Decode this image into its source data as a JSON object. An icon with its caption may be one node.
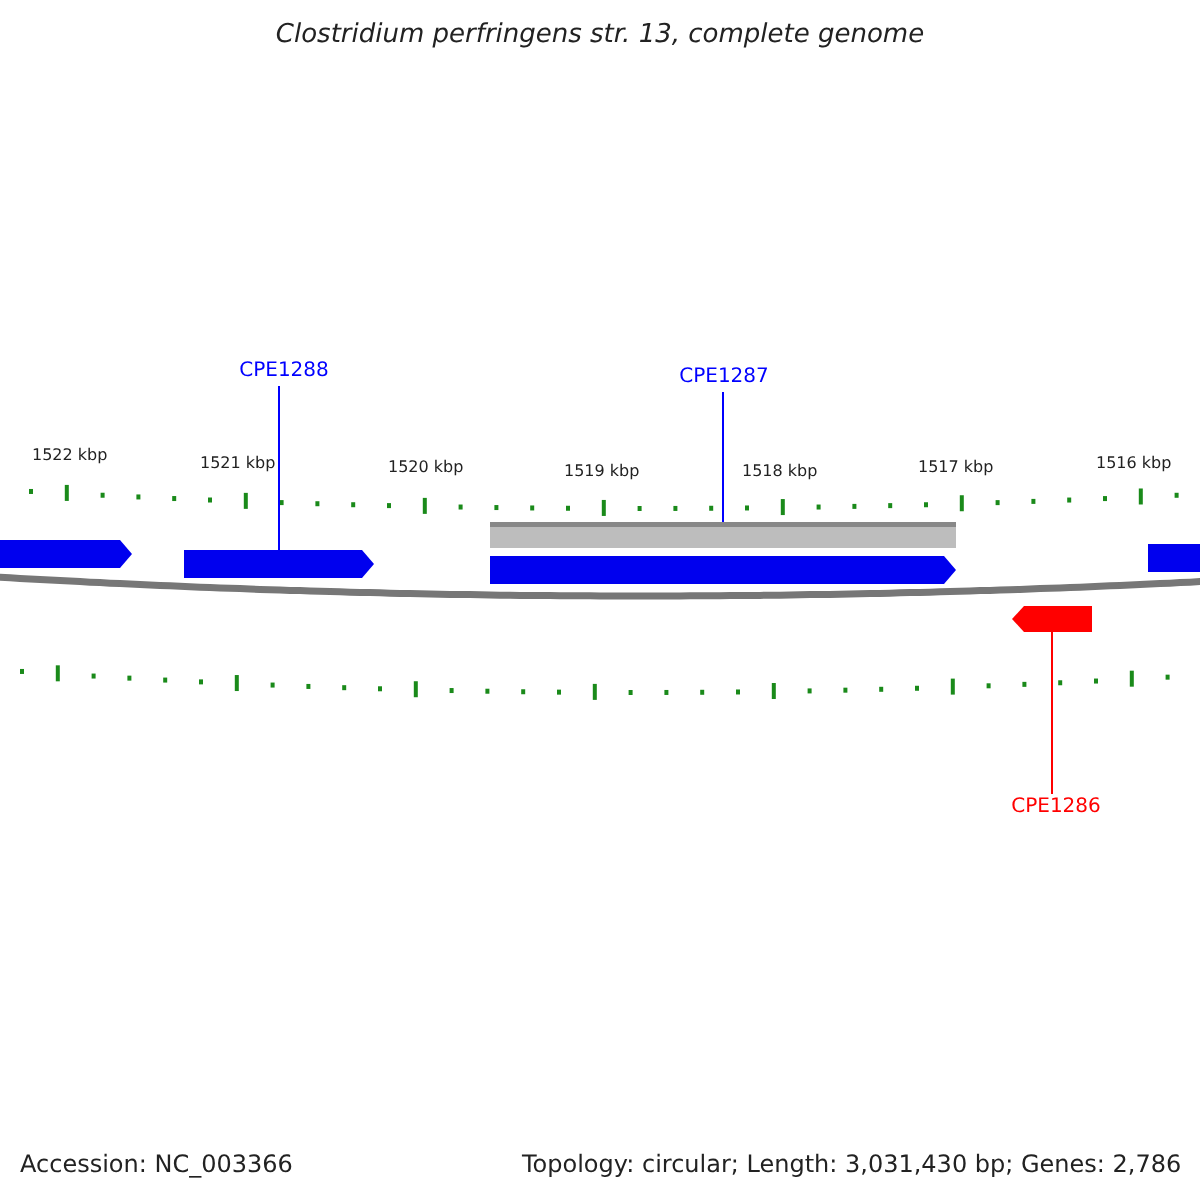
{
  "diagram": {
    "title": "Clostridium perfringens str. 13, complete genome",
    "nodes": [
      {
        "text": [
          "CPE1288"
        ]
      },
      {
        "text": [
          "CPE1287"
        ]
      },
      {
        "text": [
          "CPE1286"
        ]
      },
      {
        "text": [],
        "shape": "arrow"
      },
      {
        "text": [],
        "shape": "arrow"
      },
      {
        "text": [],
        "shape": "bar"
      },
      {
        "text": [],
        "shape": "arrow"
      },
      {
        "text": [],
        "shape": "arrow"
      },
      {
        "text": [],
        "shape": "arrow"
      }
    ],
    "edges": [
      {
        "from": 0,
        "to": 4,
        "arrow": "none"
      },
      {
        "from": 1,
        "to": 5,
        "arrow": "none"
      },
      {
        "from": 2,
        "to": 7,
        "arrow": "none",
        "color": "#ff0000"
      }
    ],
    "labels": [
      "1522 kbp",
      "1521 kbp",
      "1520 kbp",
      "1519 kbp",
      "1518 kbp",
      "1517 kbp",
      "1516 kbp",
      "Accession: NC_003366",
      "Topology: circular; Length: 3,031,430 bp; Genes: 2,786"
    ]
  }
}
